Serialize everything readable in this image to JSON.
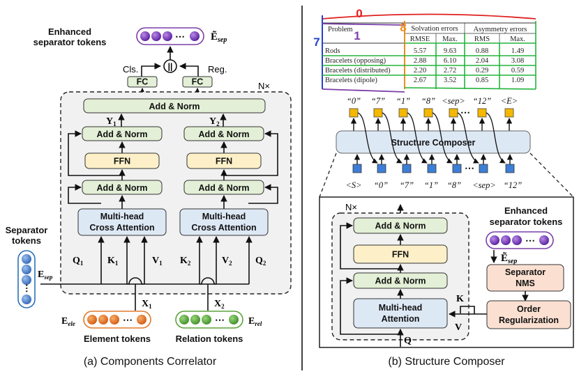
{
  "left": {
    "enhanced_title_1": "Enhanced",
    "enhanced_title_2": "separator tokens",
    "e_sep_tilde": "Ẽ",
    "sep_sub": "sep",
    "cls": "Cls.",
    "reg": "Reg.",
    "concat_symbol": "||",
    "fc": "FC",
    "nx": "N×",
    "add_norm": "Add & Norm",
    "ffn": "FFN",
    "mha_1": "Multi-head",
    "mha_2": "Cross Attention",
    "y1": "Y",
    "y2": "Y",
    "one": "1",
    "two": "2",
    "q": "Q",
    "k": "K",
    "v": "V",
    "x": "X",
    "e": "E",
    "separator_title_1": "Separator",
    "separator_title_2": "tokens",
    "ele_sub": "ele",
    "rel_sub": "rel",
    "element_tokens": "Element tokens",
    "relation_tokens": "Relation tokens",
    "dots": "⋯",
    "caption": "(a) Components Correlator"
  },
  "right": {
    "table": {
      "col_problem": "Problem",
      "col_solvation": "Solvation errors",
      "col_asymmetry": "Asymmetry errors",
      "sub_rmse": "RMSE",
      "sub_max": "Max.",
      "sub_rms": "RMS",
      "sub_max2": "Max.",
      "rows": [
        {
          "name": "Rods",
          "v": [
            "5.57",
            "9.63",
            "0.88",
            "1.49"
          ]
        },
        {
          "name": "Bracelets (opposing)",
          "v": [
            "2.88",
            "6.10",
            "2.04",
            "3.08"
          ]
        },
        {
          "name": "Bracelets (distributed)",
          "v": [
            "2.20",
            "2.72",
            "0.29",
            "0.59"
          ]
        },
        {
          "name": "Bracelets (dipole)",
          "v": [
            "2.67",
            "3.52",
            "0.85",
            "1.09"
          ]
        }
      ]
    },
    "anno": {
      "zero": "0",
      "seven": "7",
      "one": "1",
      "eight": "8"
    },
    "colors": {
      "red": "#e02020",
      "blue": "#2244cc",
      "purple": "#7b3fa8",
      "orange": "#f08c1e",
      "green": "#22b33a"
    },
    "top_labels": [
      "“0”",
      "“7”",
      "“1”",
      "“8”",
      "<sep>",
      "“12”",
      "<E>"
    ],
    "bottom_labels": [
      "<S>",
      "“0”",
      "“7”",
      "“1”",
      "“8”",
      "<sep>",
      "“12”"
    ],
    "structure_composer": "Structure Composer",
    "dots": "⋯",
    "nx": "N×",
    "add_norm": "Add & Norm",
    "ffn": "FFN",
    "mha_1": "Multi-head",
    "mha_2": "Attention",
    "k": "K",
    "v": "V",
    "q": "Q",
    "enhanced_1": "Enhanced",
    "enhanced_2": "separator tokens",
    "e_tilde": "Ẽ",
    "sep_sub": "sep",
    "nms_1": "Separator",
    "nms_2": "NMS",
    "order_1": "Order",
    "order_2": "Regularization",
    "caption": "(b) Structure Composer"
  }
}
